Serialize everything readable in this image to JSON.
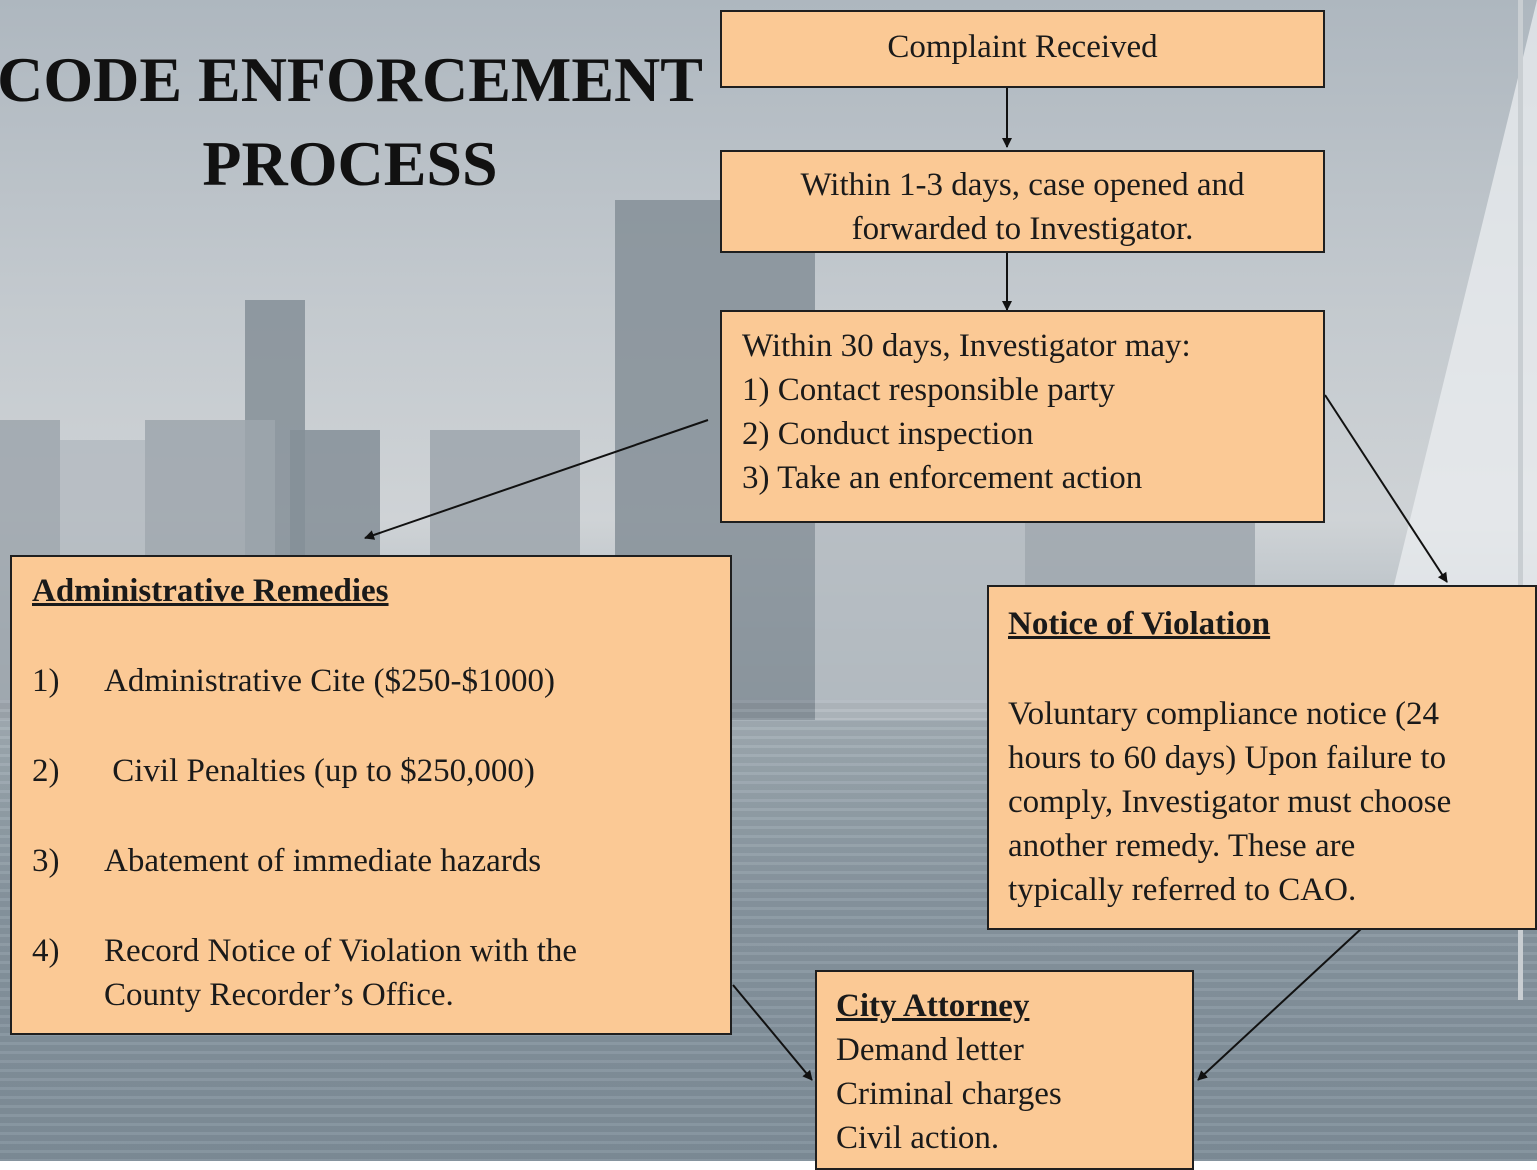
{
  "title": {
    "line1": "CODE ENFORCEMENT",
    "line2": "PROCESS"
  },
  "complaint_box": {
    "text": "Complaint Received"
  },
  "case_box": {
    "line1": "Within 1-3 days, case opened and",
    "line2": "forwarded to Investigator."
  },
  "investigator_box": {
    "heading": "Within 30 days, Investigator may:",
    "items": [
      "1) Contact responsible party",
      "2) Conduct inspection",
      "3) Take an enforcement action"
    ]
  },
  "admin_box": {
    "title": "Administrative Remedies",
    "items": [
      {
        "num": "1)",
        "text": "Administrative Cite ($250-$1000)"
      },
      {
        "num": "2)",
        "text": " Civil Penalties (up to $250,000)"
      },
      {
        "num": "3)",
        "text": "Abatement of immediate hazards"
      },
      {
        "num": "4)",
        "line1": "Record Notice of Violation with the",
        "line2": "County Recorder’s Office."
      }
    ]
  },
  "nov_box": {
    "title": "Notice of Violation",
    "lines": [
      "Voluntary compliance notice (24",
      "hours to 60 days) Upon failure to",
      "comply, Investigator must choose",
      "another remedy. These are",
      "typically referred to CAO."
    ]
  },
  "city_box": {
    "title": "City Attorney",
    "lines": [
      "Demand letter",
      "Criminal charges",
      "Civil action."
    ]
  },
  "colors": {
    "box_fill": "#fbc995",
    "border": "#1f1f1f",
    "background": "#c3c9ce"
  }
}
